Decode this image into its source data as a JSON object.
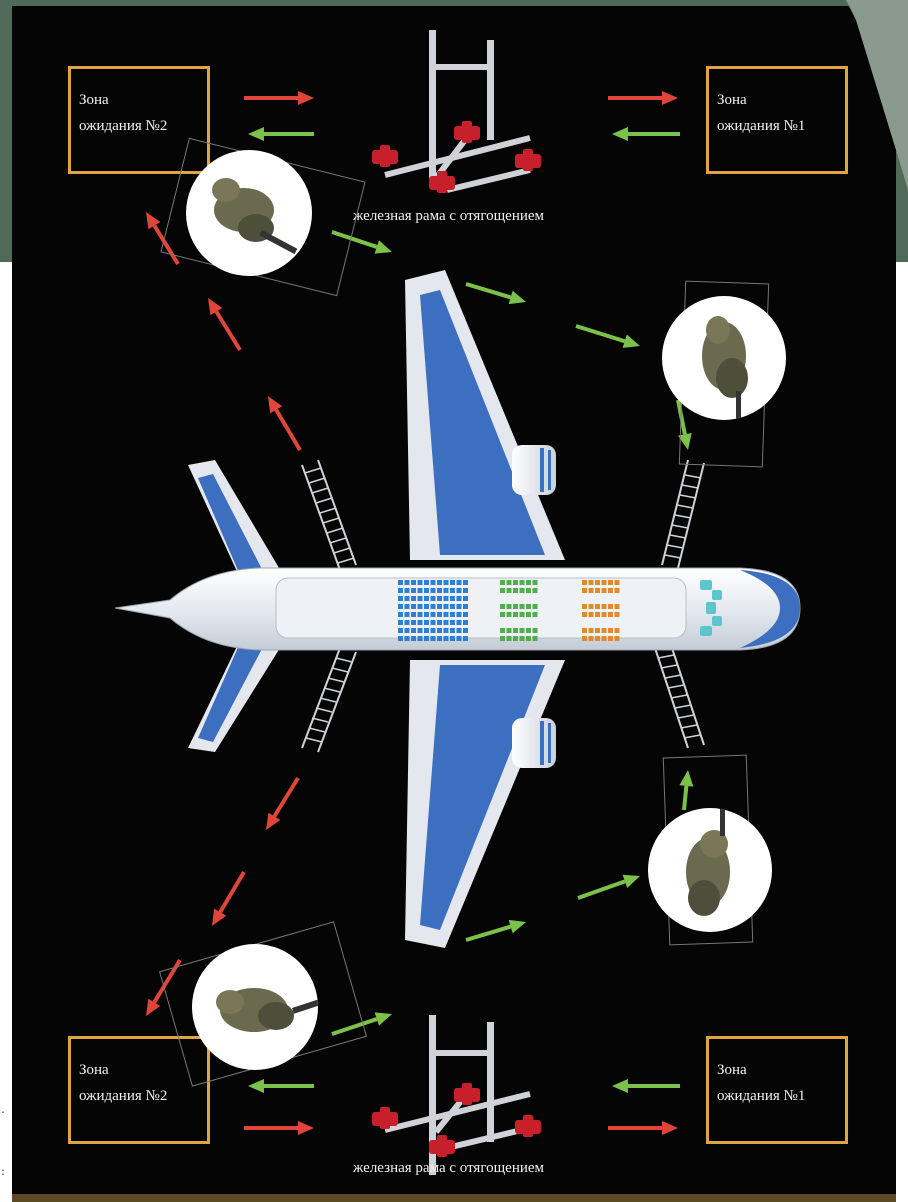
{
  "zones": {
    "top_left": {
      "line1": "Зона",
      "line2": "ожидания №2"
    },
    "top_right": {
      "line1": "Зона",
      "line2": "ожидания №1"
    },
    "bottom_left": {
      "line1": "Зона",
      "line2": "ожидания №2"
    },
    "bottom_right": {
      "line1": "Зона",
      "line2": "ожидания №1"
    }
  },
  "captions": {
    "top": "железная рама с отягощением",
    "bottom": "железная рама с отягощением"
  },
  "colors": {
    "background": "#050505",
    "zone_border": "#e0a541",
    "arrow_red": "#e0453a",
    "arrow_green": "#7cc24a",
    "wing_blue": "#3c6fc0",
    "fuselage": "#e9eef4",
    "frame_weight": "#c8202a",
    "seats_blue": "#2f7fd0",
    "seats_green": "#4fb04a",
    "seats_orange": "#e08a2a"
  },
  "icons": [
    "airplane-icon",
    "ladder-icon",
    "weighted-frame-icon",
    "soldier-icon",
    "arrow-icon"
  ]
}
